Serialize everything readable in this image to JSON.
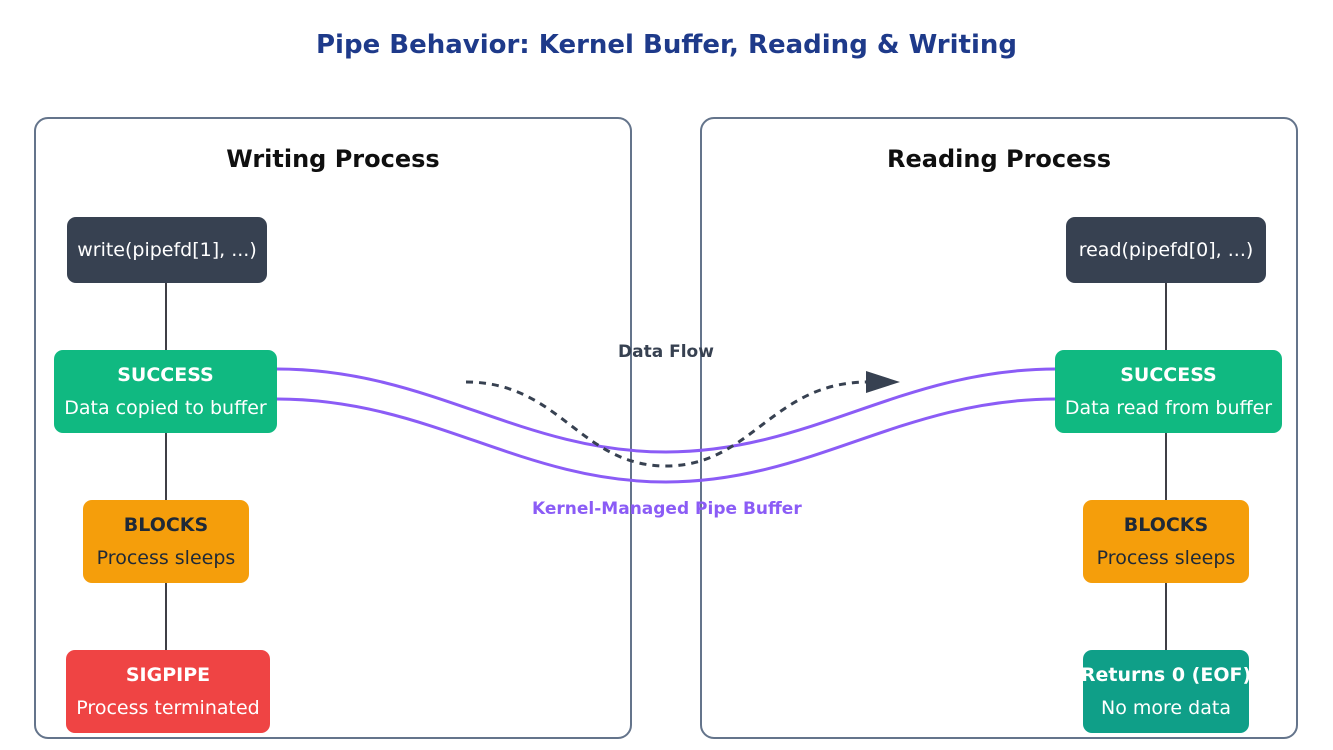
{
  "title": "Pipe Behavior: Kernel Buffer, Reading & Writing",
  "writer": {
    "title": "Writing Process",
    "call": "write(pipefd[1], ...)",
    "success": {
      "head": "SUCCESS",
      "text": "Data copied to buffer"
    },
    "blocks": {
      "head": "BLOCKS",
      "text": "Process sleeps"
    },
    "sigpipe": {
      "head": "SIGPIPE",
      "text": "Process terminated"
    }
  },
  "reader": {
    "title": "Reading Process",
    "call": "read(pipefd[0], ...)",
    "success": {
      "head": "SUCCESS",
      "text": "Data read from buffer"
    },
    "blocks": {
      "head": "BLOCKS",
      "text": "Process sleeps"
    },
    "eof": {
      "head": "Returns 0 (EOF)",
      "text": "No more data"
    }
  },
  "flow_label": "Data Flow",
  "buffer_label": "Kernel-Managed Pipe Buffer",
  "colors": {
    "title": "#1e3a8a",
    "call_box": "#374151",
    "success": "#10b981",
    "blocks": "#f59e0b",
    "sigpipe": "#ef4444",
    "eof": "#0f9f88",
    "buffer": "#8b5cf6",
    "panel_border": "#64748b"
  }
}
